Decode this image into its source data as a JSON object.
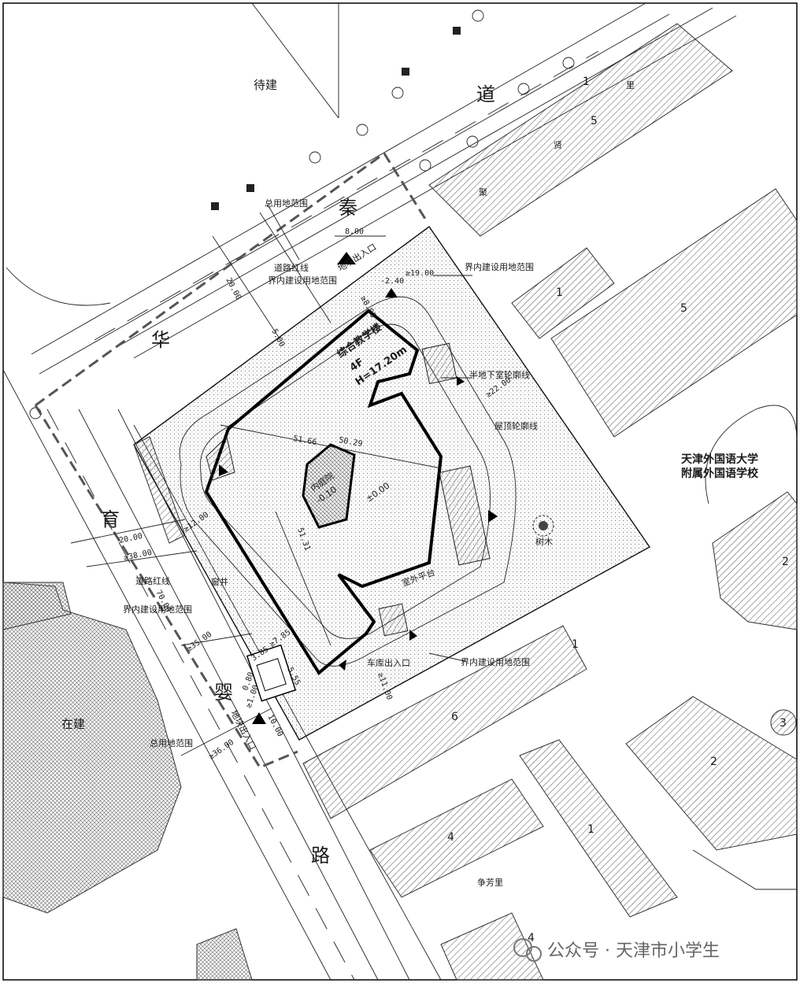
{
  "roads": {
    "north_chars": [
      "道",
      "里"
    ],
    "west_chars": [
      "华",
      "育",
      "婴",
      "路"
    ],
    "north_2": "秦",
    "east_1": "贤",
    "east_2": "聚"
  },
  "areas": {
    "to_build": "待建",
    "under_construction": "在建",
    "neighborhood_south": "争芳里"
  },
  "school": {
    "line1": "天津外国语大学",
    "line2": "附属外国语学校"
  },
  "building": {
    "name": "综合教学楼",
    "floors": "4F",
    "height": "H=17.20m",
    "courtyard": "内庭院",
    "courtyard_level": "-0.10",
    "ground_level": "±0.00"
  },
  "labels": {
    "total_land_top": "总用地范围",
    "total_land_bottom": "总用地范围",
    "road_redline_top": "道路红线",
    "road_redline_left": "道路红线",
    "inner_land_top": "界内建设用地范围",
    "inner_land_right": "界内建设用地范围",
    "inner_land_left": "界内建设用地范围",
    "inner_land_bottom": "界内建设用地范围",
    "entrance_top": "地块出入口",
    "entrance_bottom": "地块出入口",
    "basement_outline": "半地下室轮廓线",
    "roof_outline": "屋顶轮廓线",
    "outdoor_platform": "室外平台",
    "garage_entrance": "车库出入口",
    "window_well": "窗井",
    "tree": "树木"
  },
  "dims": {
    "d_2000_top": "20.00",
    "d_800": "8.00",
    "d_neg240": "-2.40",
    "d_1900": "≥19.00",
    "d_500": "5.00",
    "d_800b": "≥8.00",
    "d_2200": "≥22.00",
    "d_5166": "51.66",
    "d_5029": "50.29",
    "d_5131": "51.31",
    "d_2000_left": "20.00",
    "d_1200": "≥12.00",
    "d_3800": "≥38.00",
    "d_7000": "70.00",
    "d_3500": "≥35.00",
    "d_785": "≥7.85",
    "d_555": "5.55",
    "d_385": "3.85",
    "d_080": "0.80",
    "d_100": "≥1.00",
    "d_1000": "10.00",
    "d_1100": "≥11.00",
    "d_3600": "≥36.00"
  },
  "neighbor_numbers": {
    "n1a": "1",
    "n5a": "5",
    "n1b": "1",
    "n5b": "5",
    "n2a": "2",
    "n1c": "1",
    "n6": "6",
    "n3": "3",
    "n2b": "2",
    "n4a": "4",
    "n1d": "1",
    "n4b": "4"
  },
  "watermark": "公众号 · 天津市小学生",
  "colors": {
    "ink": "#1a1a1a",
    "hatch": "#555555",
    "paper": "#ffffff"
  }
}
